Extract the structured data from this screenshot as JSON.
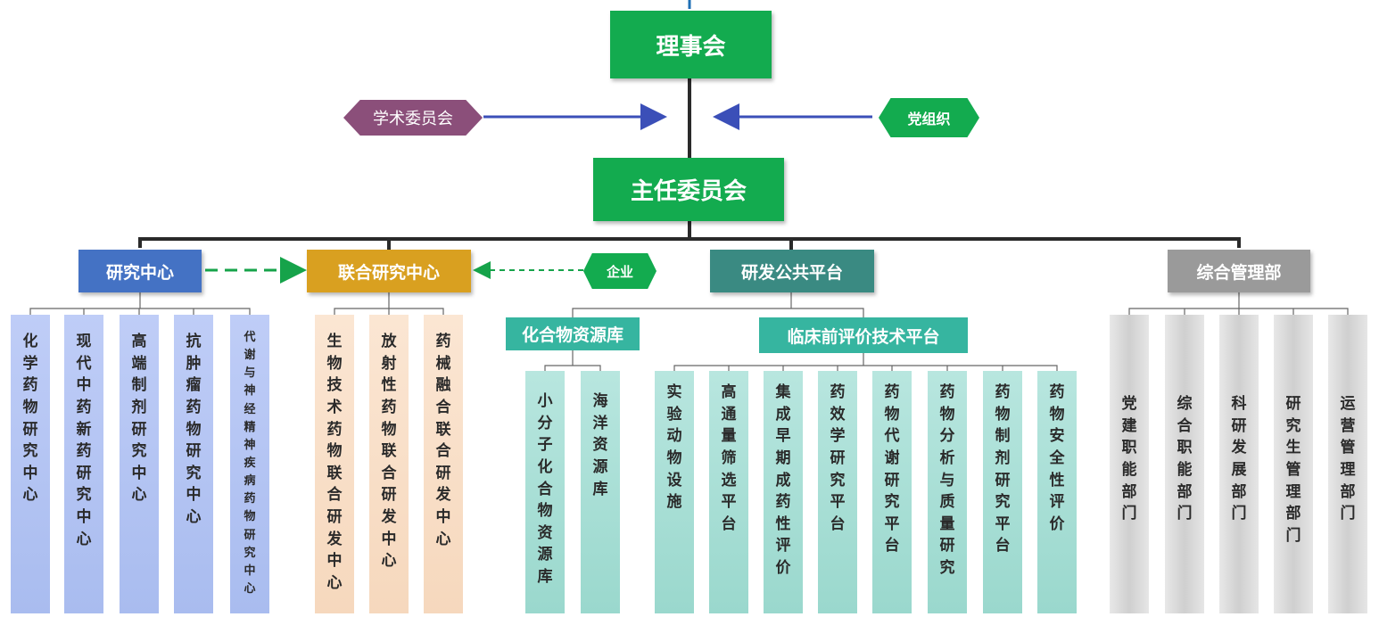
{
  "board": "理事会",
  "committee": "主任委员会",
  "academic": "学术委员会",
  "party": "党组织",
  "enterprise": "企业",
  "branches": {
    "research": {
      "label": "研究中心",
      "items": [
        "化学药物研究中心",
        "现代中药新药研究中心",
        "高端制剂研究中心",
        "抗肿瘤药物研究中心",
        "代谢与神经精神疾病药物研究中心"
      ]
    },
    "joint": {
      "label": "联合研究中心",
      "items": [
        "生物技术药物联合研发中心",
        "放射性药物联合研发中心",
        "药械融合联合研发中心"
      ]
    },
    "platform": {
      "label": "研发公共平台",
      "compound": {
        "label": "化合物资源库",
        "items": [
          "小分子化合物资源库",
          "海洋资源库"
        ]
      },
      "preclinical": {
        "label": "临床前评价技术平台",
        "items": [
          "实验动物设施",
          "高通量筛选平台",
          "集成早期成药性评价",
          "药效学研究平台",
          "药物代谢研究平台",
          "药物分析与质量研究",
          "药物制剂研究平台",
          "药物安全性评价"
        ]
      }
    },
    "admin": {
      "label": "综合管理部",
      "items": [
        "党建职能部门",
        "综合职能部门",
        "科研发展部门",
        "研究生管理部门",
        "运营管理部门"
      ]
    }
  },
  "colors": {
    "green": "#13ab4f",
    "blue": "#4472c4",
    "gold": "#d9a020",
    "teal": "#3a8a82",
    "gray": "#9a9a9a",
    "purple": "#8b4f7a",
    "arrow_blue": "#3b4fb8",
    "arrow_green": "#16a34a"
  }
}
